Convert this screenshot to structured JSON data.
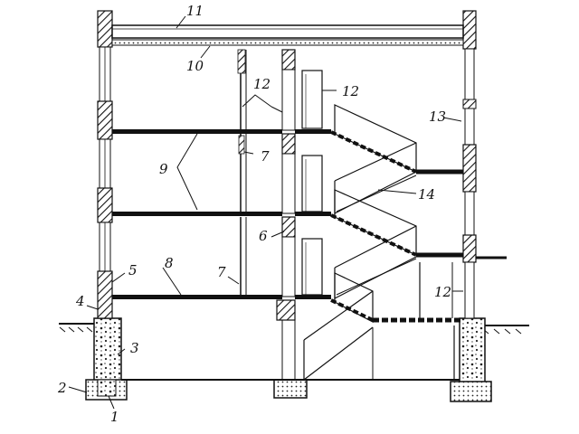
{
  "diagram": {
    "kind": "building cross-section",
    "labels": {
      "l1": "1",
      "l2": "2",
      "l3": "3",
      "l4": "4",
      "l5": "5",
      "l6": "6",
      "l7a": "7",
      "l7b": "7",
      "l8": "8",
      "l9": "9",
      "l10": "10",
      "l11": "11",
      "l12a": "12",
      "l12b": "12",
      "l12c": "12",
      "l13": "13",
      "l14": "14"
    }
  }
}
